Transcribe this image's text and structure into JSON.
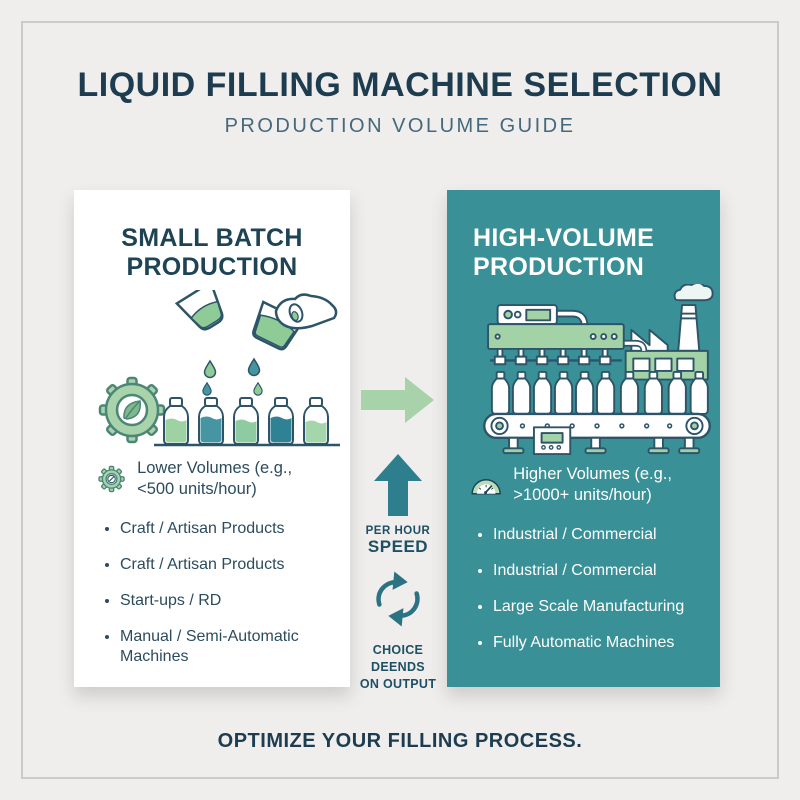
{
  "header": {
    "title": "LIQUID FILLING MACHINE SELECTION",
    "subtitle": "PRODUCTION VOLUME GUIDE"
  },
  "left_panel": {
    "heading": "SMALL BATCH PRODUCTION",
    "volume_label": "Lower Volumes (e.g., <500 units/hour)",
    "bullets": [
      "Craft / Artisan Products",
      "Craft / Artisan Products",
      "Start-ups / RD",
      "Manual / Semi-Automatic Machines"
    ]
  },
  "right_panel": {
    "heading": "HIGH-VOLUME PRODUCTION",
    "volume_label": "Higher Volumes (e.g., >1000+ units/hour)",
    "bullets": [
      "Industrial / Commercial",
      "Industrial / Commercial",
      "Large Scale Manufacturing",
      "Fully Automatic Machines"
    ]
  },
  "middle": {
    "speed_label_line1": "PER HOUR",
    "speed_label_line2": "SPEED",
    "choice_label_line1": "CHOICE",
    "choice_label_line2": "DEENDS",
    "choice_label_line3": "ON OUTPUT"
  },
  "footer": {
    "caption": "OPTIMIZE YOUR FILLING PROCESS."
  },
  "icons": {
    "left_volume_icon": "gear-gauge-icon",
    "right_volume_icon": "speedometer-icon",
    "flow_icon": "right-arrow-icon",
    "speed_icon": "up-arrow-icon",
    "choice_icon": "cycle-arrows-icon",
    "left_illustration": "pouring-beakers-into-bottles",
    "right_illustration": "filling-machine-conveyor-factory"
  },
  "colors": {
    "background": "#efeeec",
    "frame_line": "#cbcac8",
    "panel_white": "#ffffff",
    "panel_teal": "#399096",
    "accent_green": "#a8d3aa",
    "arrow_teal": "#2e7f8d",
    "outline_dark": "#2d5468",
    "text_dark": "#1d3c50",
    "text_body": "#2c4c5e",
    "text_light": "#ffffff",
    "liquid_green": "#8ecb96",
    "liquid_teal": "#4596a2"
  }
}
